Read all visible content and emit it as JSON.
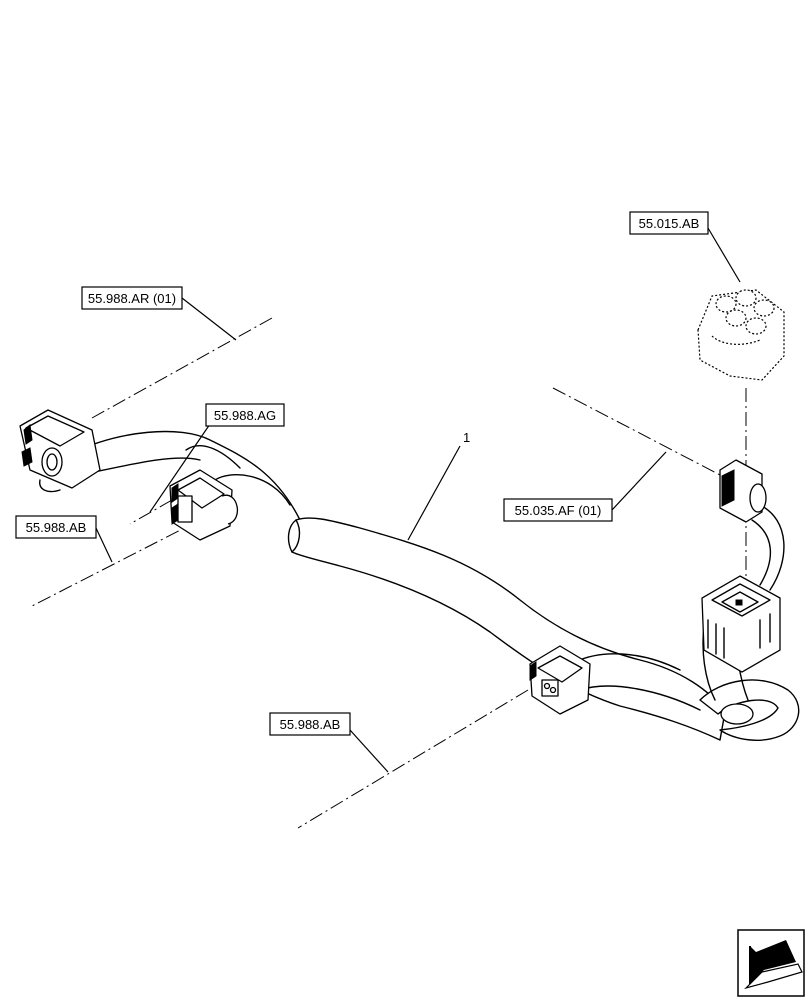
{
  "callouts": {
    "harness_item": "1",
    "ref_55_015_ab": "55.015.AB",
    "ref_55_988_ar_01": "55.988.AR (01)",
    "ref_55_988_ag": "55.988.AG",
    "ref_55_988_ab_left": "55.988.AB",
    "ref_55_035_af_01": "55.035.AF (01)",
    "ref_55_988_ab_bottom": "55.988.AB"
  },
  "nav_icon": "back-arrow-icon",
  "colors": {
    "line": "#000000",
    "background": "#ffffff"
  }
}
